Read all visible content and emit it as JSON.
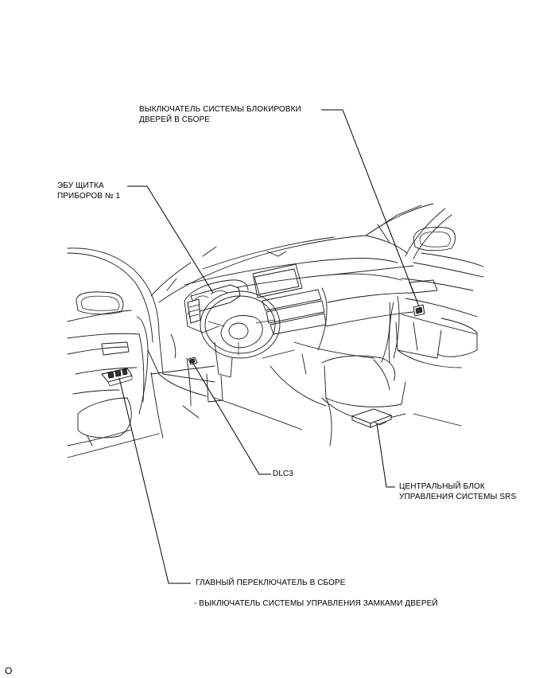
{
  "labels": {
    "door_lock_switch": [
      "ВЫКЛЮЧАТЕЛЬ СИСТЕМЫ БЛОКИРОВКИ",
      "ДВЕРЕЙ В СБОРЕ"
    ],
    "meter_ecu": [
      "ЭБУ ЩИТКА",
      "ПРИБОРОВ № 1"
    ],
    "dlc3": "DLC3",
    "srs_unit": [
      "ЦЕНТРАЛЬНЫЙ БЛОК",
      "УПРАВЛЕНИЯ СИСТЕМЫ SRS"
    ],
    "master_switch": "ГЛАВНЫЙ ПЕРЕКЛЮЧАТЕЛЬ В СБОРЕ",
    "master_switch_sub": "- ВЫКЛЮЧАТЕЛЬ СИСТЕМЫ УПРАВЛЕНИЯ ЗАМКАМИ ДВЕРЕЙ"
  },
  "figure_code": "O"
}
